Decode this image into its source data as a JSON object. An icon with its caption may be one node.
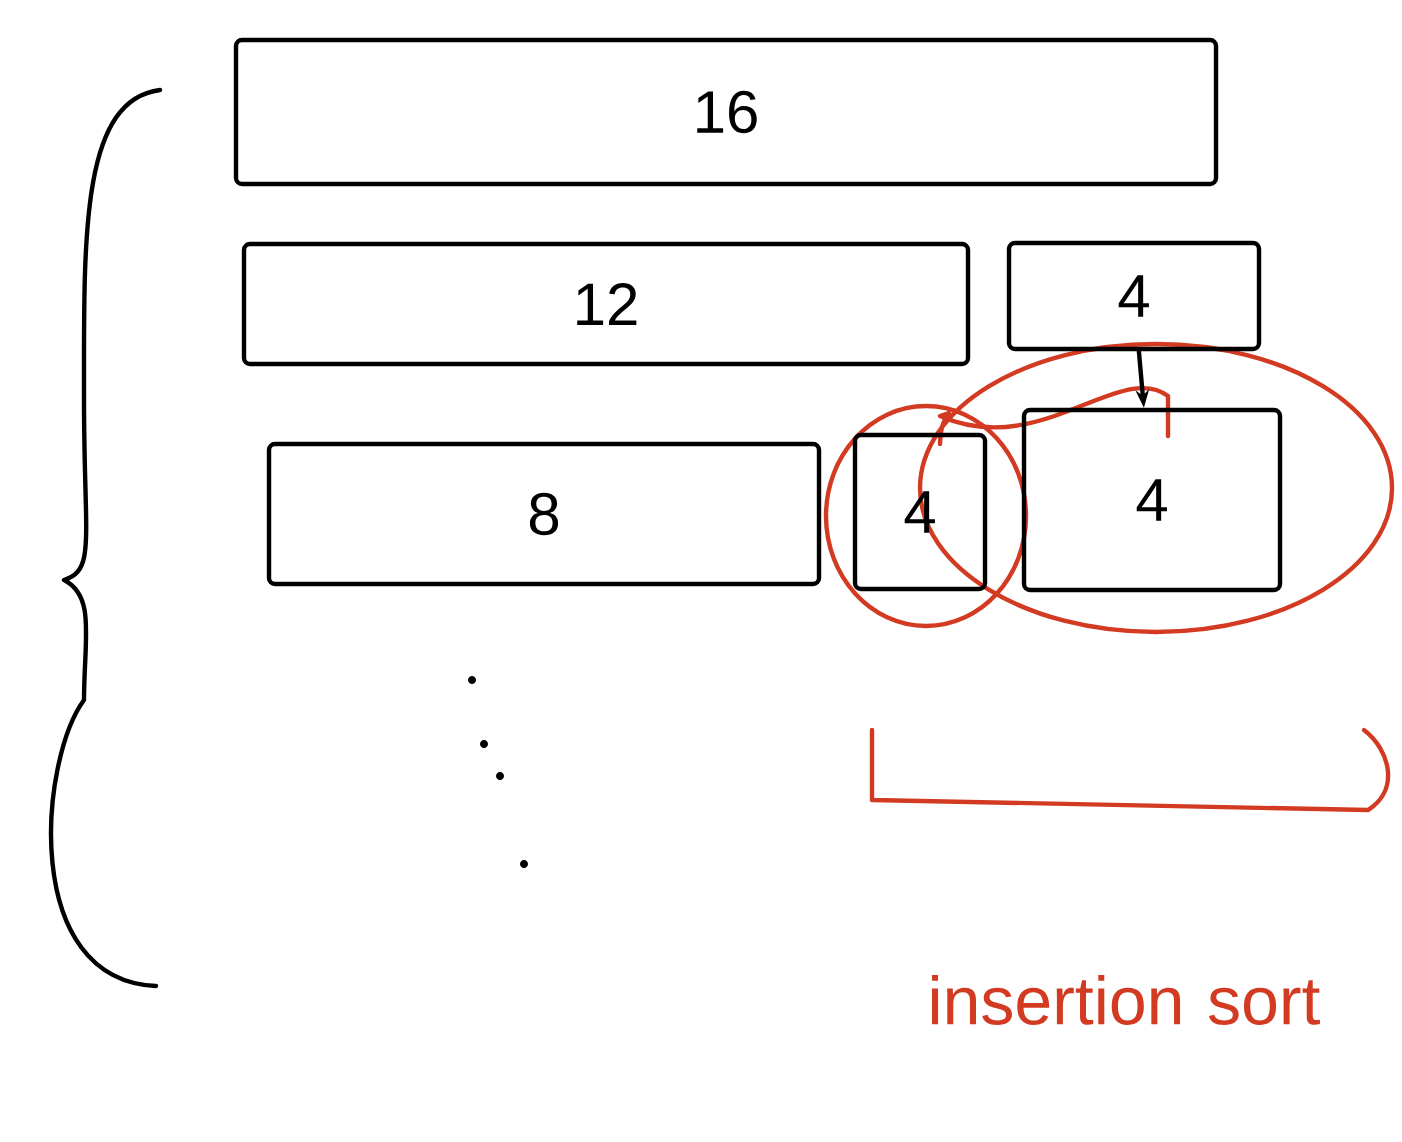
{
  "diagram": {
    "nodes": [
      {
        "text": [
          "16"
        ]
      },
      {
        "text": [
          "12"
        ]
      },
      {
        "text": [
          "4"
        ]
      },
      {
        "text": [
          "8"
        ]
      },
      {
        "text": [
          "4"
        ]
      },
      {
        "text": [
          "4"
        ]
      }
    ],
    "edges": [
      {
        "from": 2,
        "to": 5,
        "arrow": "to"
      }
    ],
    "labels": [
      "insertion sort"
    ]
  }
}
